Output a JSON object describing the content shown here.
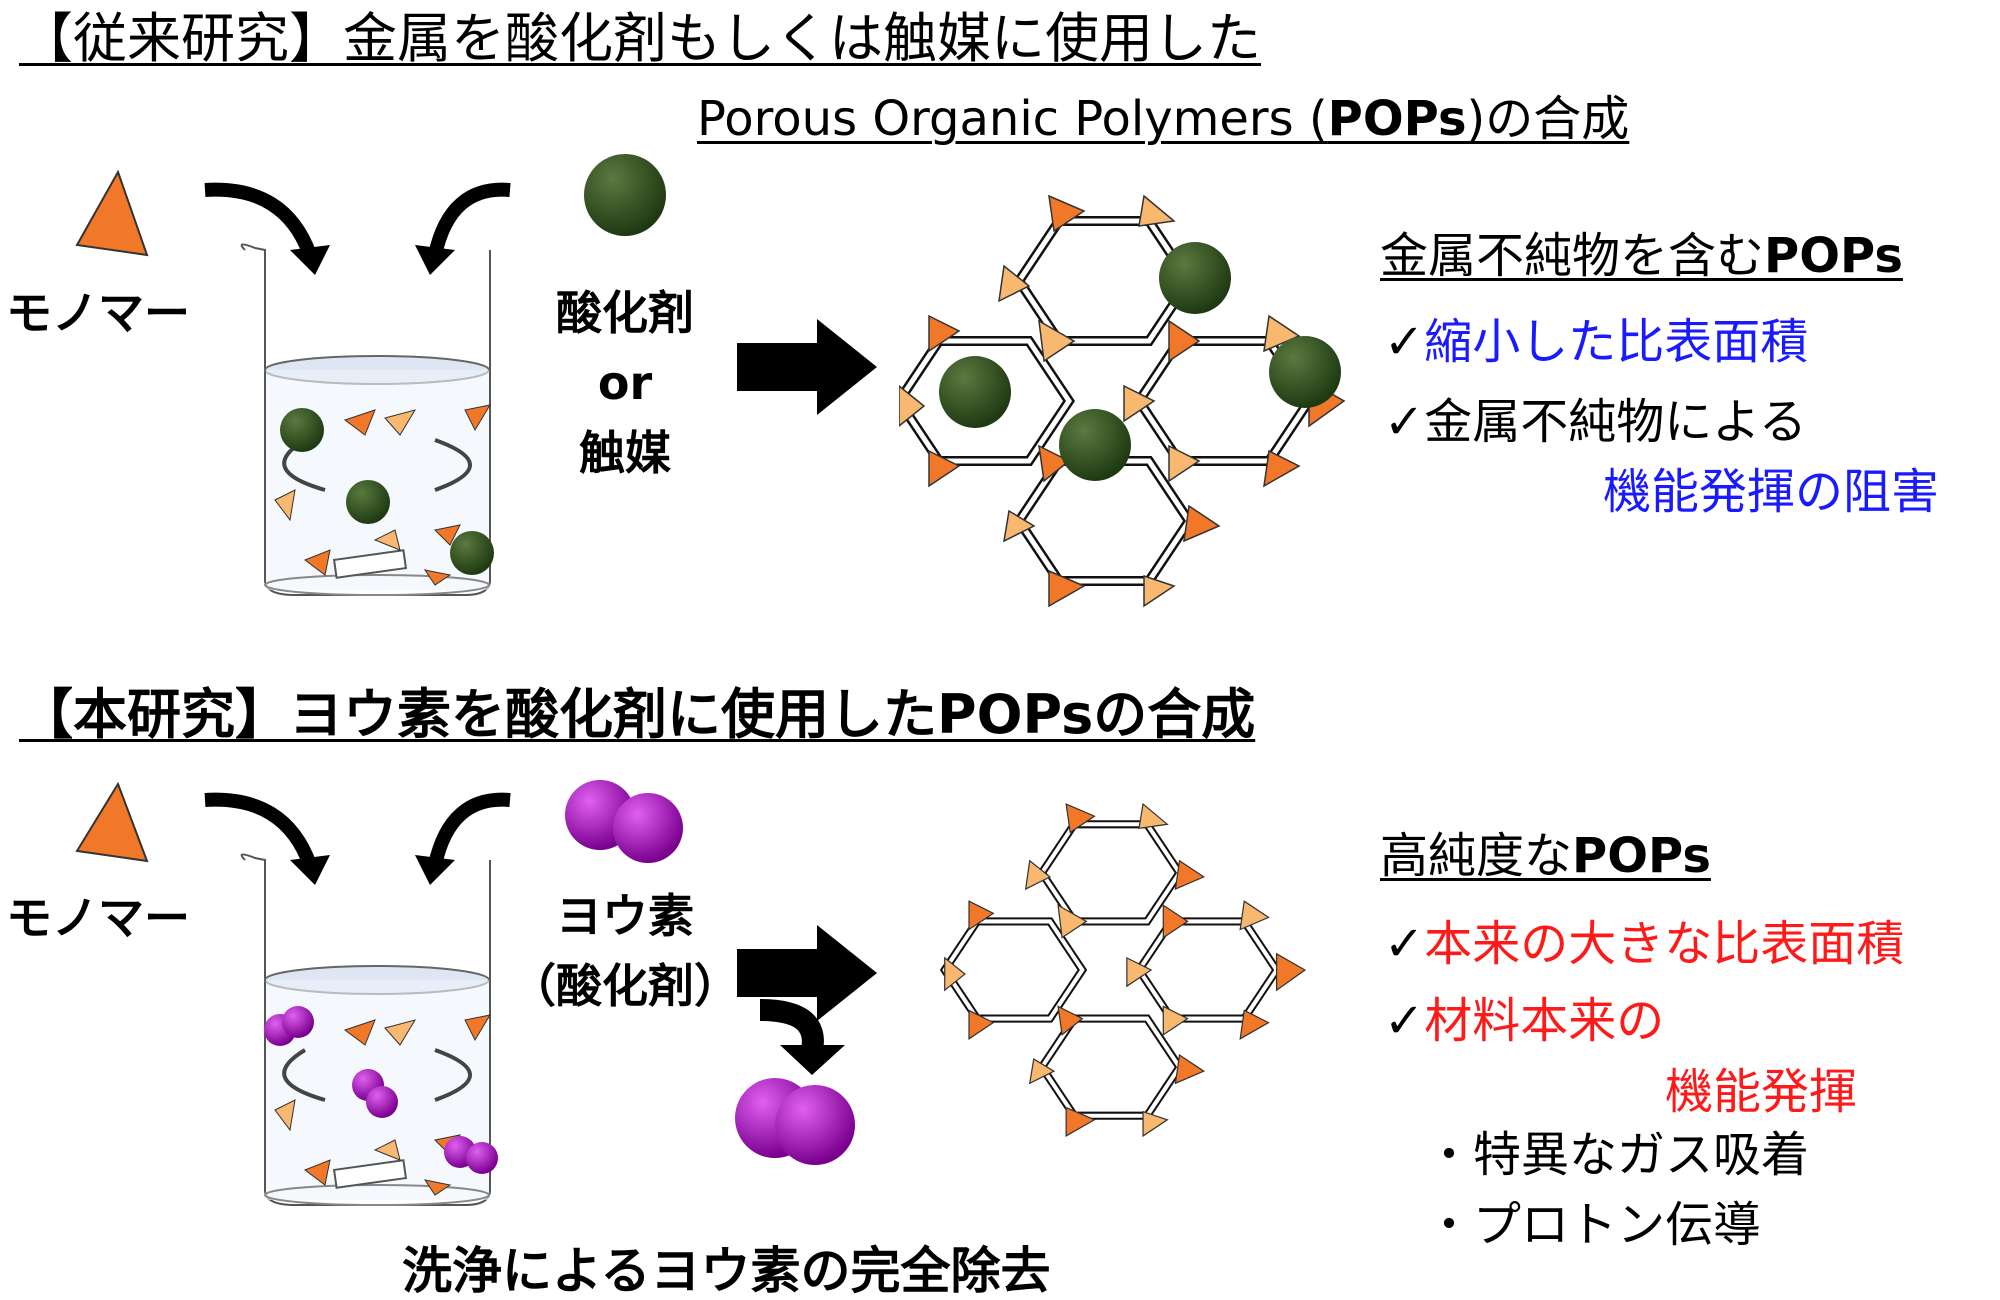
{
  "top": {
    "title_line1": "【従来研究】金属を酸化剤もしくは触媒に使用した",
    "title_line2_a": "Porous Organic Polymers (",
    "title_line2_b": "POPs",
    "title_line2_c": ")の合成",
    "monomer": "モノマー",
    "reagent": [
      "酸化剤",
      "or",
      "触媒"
    ],
    "result_heading_a": "金属不純物を含む",
    "result_heading_b": "POPs",
    "check": "✓",
    "points": [
      "縮小した比表面積",
      "金属不純物による",
      "機能発揮の阻害"
    ],
    "colors": {
      "metal": "#2f4f1f",
      "highlight": "#1a1aff"
    }
  },
  "bottom": {
    "title": "【本研究】ヨウ素を酸化剤に使用したPOPsの合成",
    "monomer": "モノマー",
    "reagent": [
      "ヨウ素",
      "（酸化剤）"
    ],
    "result_heading_a": "高純度な",
    "result_heading_b": "POPs",
    "check": "✓",
    "points": [
      "本来の大きな比表面積",
      "材料本来の",
      "機能発揮"
    ],
    "sub_points": [
      "・特異なガス吸着",
      "・プロトン伝導"
    ],
    "footer": "洗浄によるヨウ素の完全除去",
    "colors": {
      "iodine": "#a010b0",
      "highlight": "#ff1a1a"
    }
  }
}
